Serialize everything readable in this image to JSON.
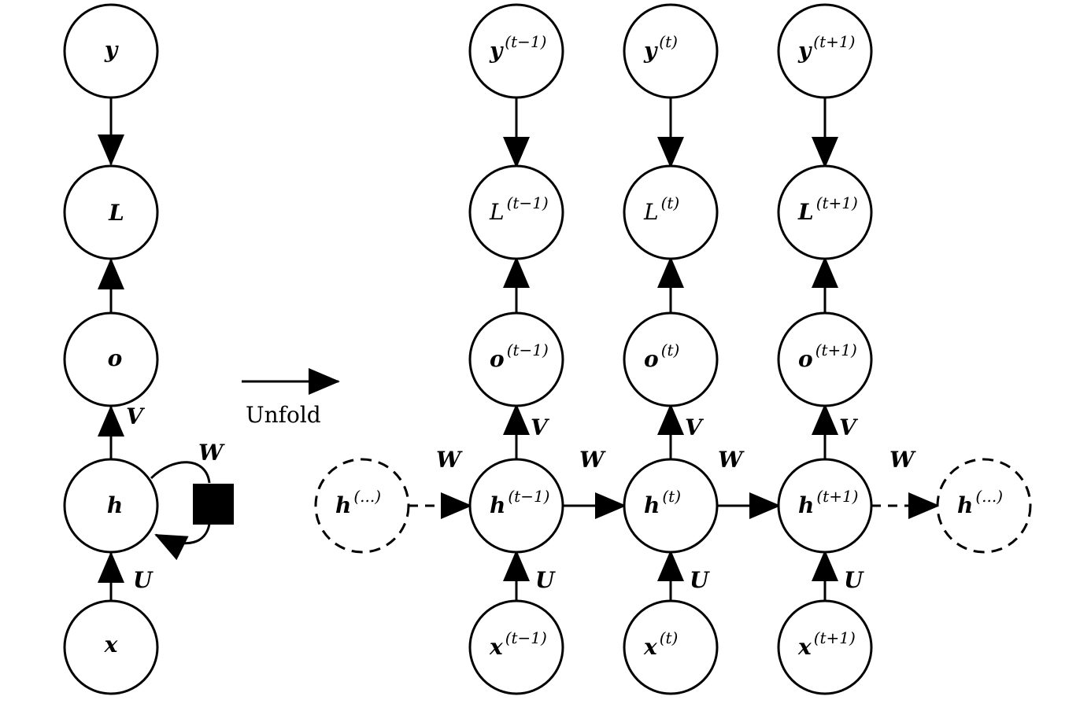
{
  "diagram": {
    "folded": {
      "nodes": [
        {
          "id": "y",
          "symbol": "y",
          "sup": "",
          "plain": false
        },
        {
          "id": "L",
          "symbol": "L",
          "sup": "",
          "plain": false
        },
        {
          "id": "o",
          "symbol": "o",
          "sup": "",
          "plain": false
        },
        {
          "id": "h",
          "symbol": "h",
          "sup": "",
          "plain": false
        },
        {
          "id": "x",
          "symbol": "x",
          "sup": "",
          "plain": false
        }
      ],
      "weights": {
        "V": "V",
        "U": "U",
        "W": "W"
      }
    },
    "unfold_label": "Unfold",
    "unfolded": {
      "columns": [
        {
          "sup": "(t−1)",
          "nodes": [
            {
              "symbol": "y",
              "sup": "(t−1)",
              "plain": false
            },
            {
              "symbol": "L",
              "sup": "(t−1)",
              "plain": true
            },
            {
              "symbol": "o",
              "sup": "(t−1)",
              "plain": false
            },
            {
              "symbol": "h",
              "sup": "(t−1)",
              "plain": false
            },
            {
              "symbol": "x",
              "sup": "(t−1)",
              "plain": false
            }
          ]
        },
        {
          "sup": "(t)",
          "nodes": [
            {
              "symbol": "y",
              "sup": "(t)",
              "plain": false
            },
            {
              "symbol": "L",
              "sup": "(t)",
              "plain": true
            },
            {
              "symbol": "o",
              "sup": "(t)",
              "plain": false
            },
            {
              "symbol": "h",
              "sup": "(t)",
              "plain": false
            },
            {
              "symbol": "x",
              "sup": "(t)",
              "plain": false
            }
          ]
        },
        {
          "sup": "(t+1)",
          "nodes": [
            {
              "symbol": "y",
              "sup": "(t+1)",
              "plain": false
            },
            {
              "symbol": "L",
              "sup": "(t+1)",
              "plain": false
            },
            {
              "symbol": "o",
              "sup": "(t+1)",
              "plain": false
            },
            {
              "symbol": "h",
              "sup": "(t+1)",
              "plain": false
            },
            {
              "symbol": "x",
              "sup": "(t+1)",
              "plain": false
            }
          ]
        }
      ],
      "ellipsis_nodes": [
        {
          "symbol": "h",
          "sup": "(...)"
        },
        {
          "symbol": "h",
          "sup": "(...)"
        }
      ],
      "weights": {
        "V": "V",
        "U": "U",
        "W": "W"
      }
    }
  }
}
